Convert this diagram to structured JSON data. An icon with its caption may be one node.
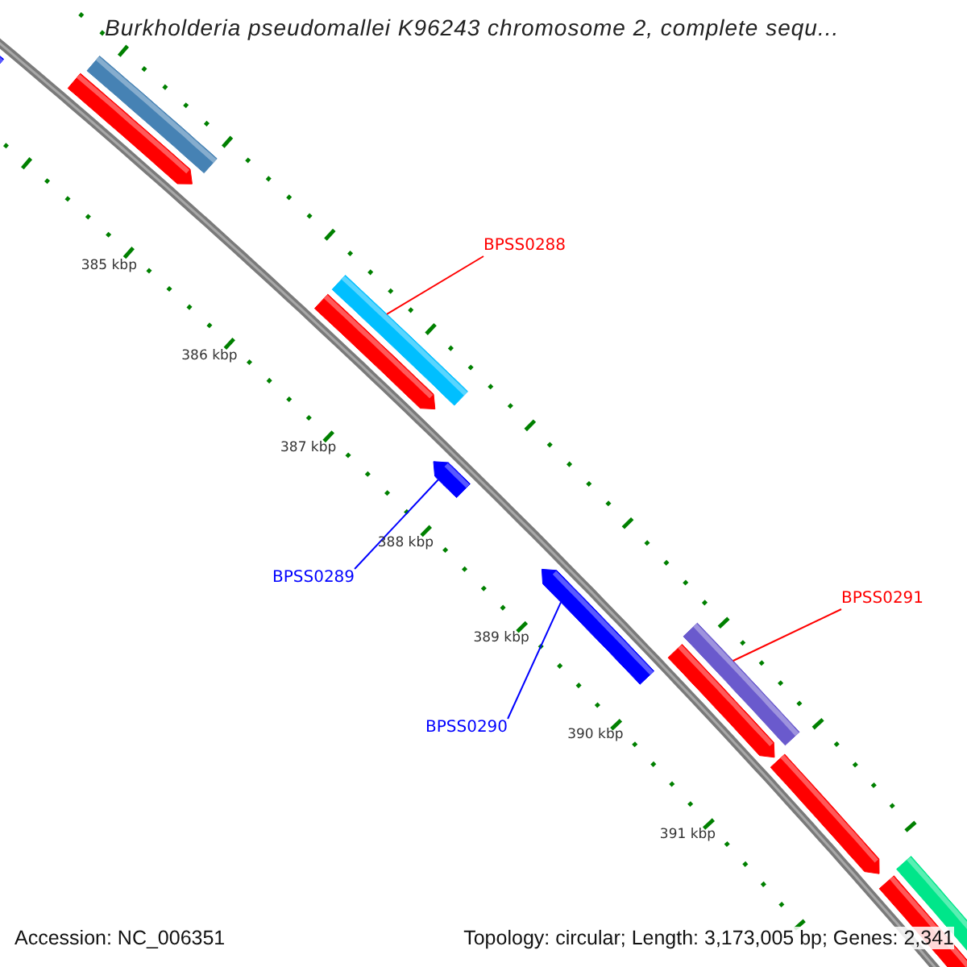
{
  "diagram": {
    "title": "Burkholderia pseudomallei K96243 chromosome 2, complete sequ...",
    "nodes": [
      {
        "text": [
          "BPSS0288"
        ]
      },
      {
        "text": [],
        "shape": "bar"
      },
      {
        "text": [
          "BPSS0289"
        ]
      },
      {
        "text": [],
        "shape": "bar"
      },
      {
        "text": [
          "BPSS0290"
        ]
      },
      {
        "text": [],
        "shape": "bar"
      },
      {
        "text": [
          "BPSS0291"
        ]
      },
      {
        "text": [],
        "shape": "bar"
      }
    ],
    "edges": [
      {
        "from": 0,
        "to": 1,
        "arrow": "none",
        "color": "#ff0000"
      },
      {
        "from": 2,
        "to": 3,
        "arrow": "none",
        "color": "#0000ff"
      },
      {
        "from": 4,
        "to": 5,
        "arrow": "none",
        "color": "#0000ff"
      },
      {
        "from": 6,
        "to": 7,
        "arrow": "none",
        "color": "#ff0000"
      }
    ],
    "labels": [
      "385 kbp",
      "386 kbp",
      "387 kbp",
      "388 kbp",
      "389 kbp",
      "390 kbp",
      "391 kbp",
      "Accession: NC_006351",
      "Topology: circular; Length: 3,173,005 bp; Genes: 2,341"
    ]
  }
}
